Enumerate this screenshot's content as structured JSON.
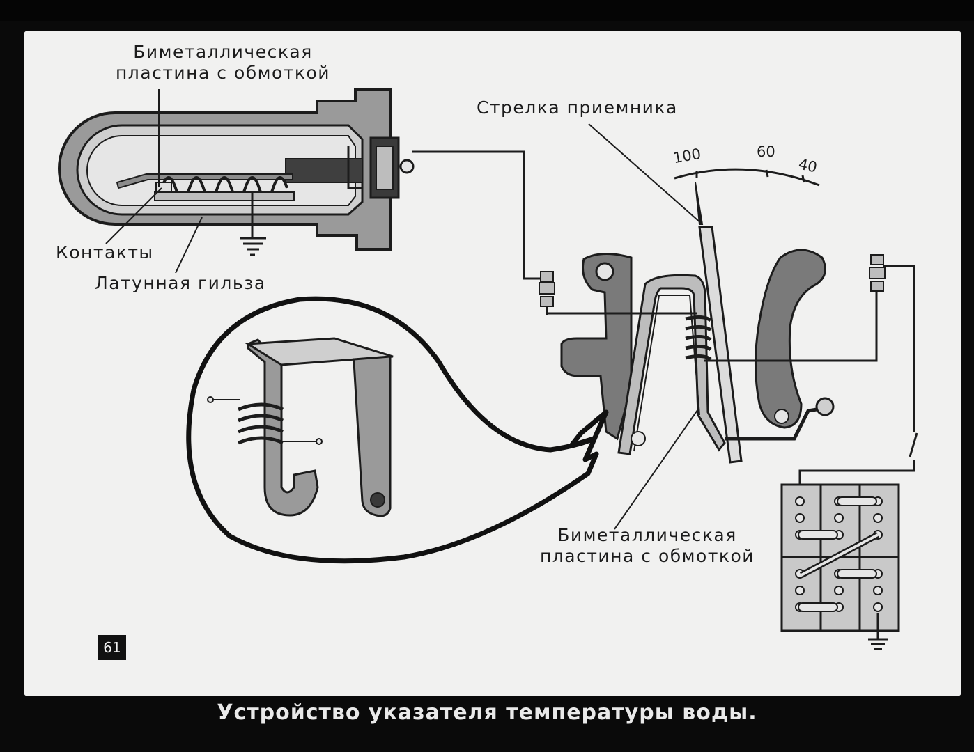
{
  "labels": {
    "bimetal_top_line1": "Биметаллическая",
    "bimetal_top_line2": "пластина с обмоткой",
    "pointer": "Стрелка приемника",
    "contacts": "Контакты",
    "brass_sleeve": "Латунная гильза",
    "bimetal_bottom_line1": "Биметаллическая",
    "bimetal_bottom_line2": "пластина с обмоткой"
  },
  "scale": {
    "ticks": [
      "100",
      "60",
      "40"
    ]
  },
  "slide_number": "61",
  "caption": "Устройство указателя температуры воды.",
  "colors": {
    "background": "#f1f1f0",
    "ink": "#1c1c1c",
    "body_gray": "#9a9a9a",
    "light_gray": "#c9c9c9",
    "dark_gray": "#555555",
    "frame": "#0a0a0a"
  }
}
